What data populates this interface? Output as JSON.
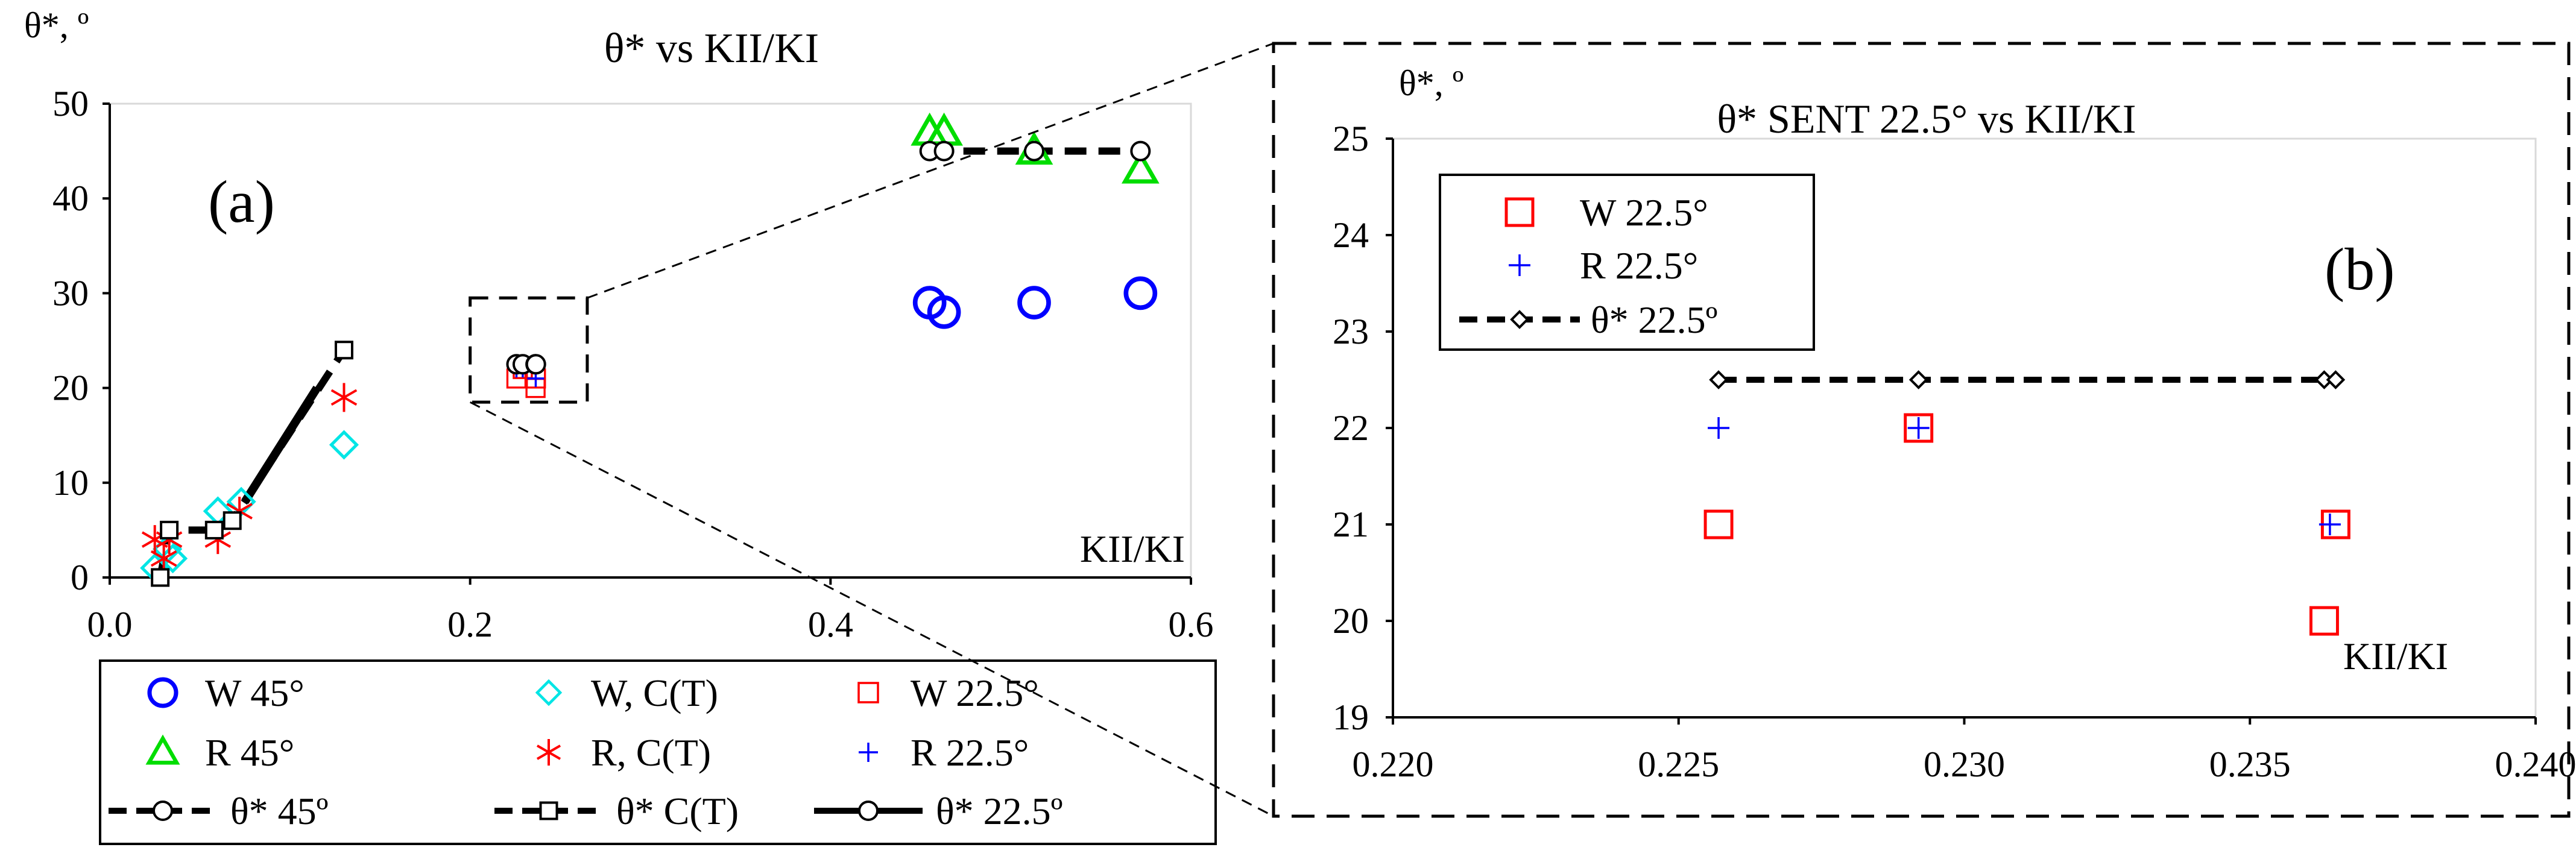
{
  "chart_data": [
    {
      "id": "a",
      "type": "scatter",
      "title": "θ* vs KII/KI",
      "panel_label": "(a)",
      "ylabel": "θ*, º",
      "xlabel": "KII/KI",
      "xlim": [
        0,
        0.6
      ],
      "ylim": [
        0,
        50
      ],
      "xticks": [
        "0.0",
        "0.2",
        "0.4",
        "0.6"
      ],
      "yticks": [
        "0",
        "10",
        "20",
        "30",
        "40",
        "50"
      ],
      "grid": false,
      "legend_position": "bottom",
      "series": [
        {
          "name": "W 45°",
          "marker": "circle",
          "color": "#0000ff",
          "x": [
            0.455,
            0.463,
            0.513,
            0.572
          ],
          "y": [
            29,
            28,
            29,
            30
          ]
        },
        {
          "name": "R 45°",
          "marker": "triangle",
          "color": "#00dd00",
          "x": [
            0.455,
            0.463,
            0.513,
            0.572
          ],
          "y": [
            47,
            47,
            45,
            43
          ]
        },
        {
          "name": "θ* 45º",
          "marker": "open-circle",
          "color": "#000000",
          "line": "dashed",
          "x": [
            0.455,
            0.463,
            0.513,
            0.572
          ],
          "y": [
            45,
            45,
            45,
            45
          ]
        },
        {
          "name": "W, C(T)",
          "marker": "diamond",
          "color": "#00e5e5",
          "x": [
            0.025,
            0.032,
            0.035,
            0.06,
            0.073,
            0.13
          ],
          "y": [
            1,
            3,
            2,
            7,
            8,
            14
          ]
        },
        {
          "name": "R, C(T)",
          "marker": "asterisk",
          "color": "#ff0000",
          "x": [
            0.025,
            0.03,
            0.033,
            0.06,
            0.072,
            0.13
          ],
          "y": [
            4,
            2,
            4,
            4,
            7,
            19
          ]
        },
        {
          "name": "θ* C(T)",
          "marker": "open-square",
          "color": "#000000",
          "line": "dashed",
          "x": [
            0.028,
            0.033,
            0.058,
            0.068,
            0.13
          ],
          "y": [
            0,
            5,
            5,
            6,
            24
          ]
        },
        {
          "name": "W 22.5°",
          "marker": "square",
          "color": "#ff0000",
          "x": [
            0.2257,
            0.2292,
            0.2363,
            0.2365
          ],
          "y": [
            21,
            22,
            20,
            21
          ]
        },
        {
          "name": "R 22.5°",
          "marker": "plus",
          "color": "#0000ff",
          "x": [
            0.2257,
            0.2292,
            0.2364
          ],
          "y": [
            22,
            22,
            21
          ]
        },
        {
          "name": "θ* 22.5º",
          "marker": "open-circle",
          "color": "#000000",
          "line": "solid",
          "x": [
            0.2257,
            0.2292,
            0.2363,
            0.2365
          ],
          "y": [
            22.5,
            22.5,
            22.5,
            22.5
          ]
        }
      ],
      "thick_line": {
        "x": [
          0.075,
          0.115
        ],
        "y": [
          8,
          20
        ]
      },
      "zoom_box": {
        "x": [
          0.2,
          0.265
        ],
        "y": [
          18.5,
          29.5
        ]
      },
      "legend": {
        "rows": [
          [
            {
              "label": "W 45°",
              "marker": "circle",
              "color": "#0000ff"
            },
            {
              "label": "W, C(T)",
              "marker": "diamond",
              "color": "#00e5e5"
            },
            {
              "label": "W 22.5°",
              "marker": "square",
              "color": "#ff0000"
            }
          ],
          [
            {
              "label": "R 45°",
              "marker": "triangle",
              "color": "#00dd00"
            },
            {
              "label": "R, C(T)",
              "marker": "asterisk",
              "color": "#ff0000"
            },
            {
              "label": "R 22.5°",
              "marker": "plus",
              "color": "#0000ff"
            }
          ],
          [
            {
              "label": "θ* 45º",
              "marker": "open-circle",
              "color": "#000000",
              "line": "dashed"
            },
            {
              "label": "θ* C(T)",
              "marker": "open-square",
              "color": "#000000",
              "line": "dashed"
            },
            {
              "label": "θ* 22.5º",
              "marker": "open-circle",
              "color": "#000000",
              "line": "solid"
            }
          ]
        ]
      }
    },
    {
      "id": "b",
      "type": "scatter",
      "title": "θ* SENT 22.5° vs KII/KI",
      "panel_label": "(b)",
      "ylabel": "θ*, º",
      "xlabel": "KII/KI",
      "xlim": [
        0.22,
        0.24
      ],
      "ylim": [
        19,
        25
      ],
      "xticks": [
        "0.220",
        "0.225",
        "0.230",
        "0.235",
        "0.240"
      ],
      "yticks": [
        "19",
        "20",
        "21",
        "22",
        "23",
        "24",
        "25"
      ],
      "grid": false,
      "legend_position": "top-left",
      "series": [
        {
          "name": "W 22.5°",
          "marker": "square",
          "color": "#ff0000",
          "x": [
            0.2257,
            0.2292,
            0.2363,
            0.2365
          ],
          "y": [
            21,
            22,
            20,
            21
          ]
        },
        {
          "name": "R 22.5°",
          "marker": "plus",
          "color": "#0000ff",
          "x": [
            0.2257,
            0.2292,
            0.2364
          ],
          "y": [
            22,
            22,
            21
          ]
        },
        {
          "name": "θ* 22.5º",
          "marker": "open-diamond",
          "color": "#000000",
          "line": "dashed",
          "x": [
            0.2257,
            0.2292,
            0.2363,
            0.2365
          ],
          "y": [
            22.5,
            22.5,
            22.5,
            22.5
          ]
        }
      ],
      "legend": {
        "rows": [
          [
            {
              "label": "W 22.5°",
              "marker": "square",
              "color": "#ff0000"
            }
          ],
          [
            {
              "label": "R 22.5°",
              "marker": "plus",
              "color": "#0000ff"
            }
          ],
          [
            {
              "label": "θ* 22.5º",
              "marker": "open-diamond",
              "color": "#000000",
              "line": "dashed"
            }
          ]
        ]
      }
    }
  ]
}
